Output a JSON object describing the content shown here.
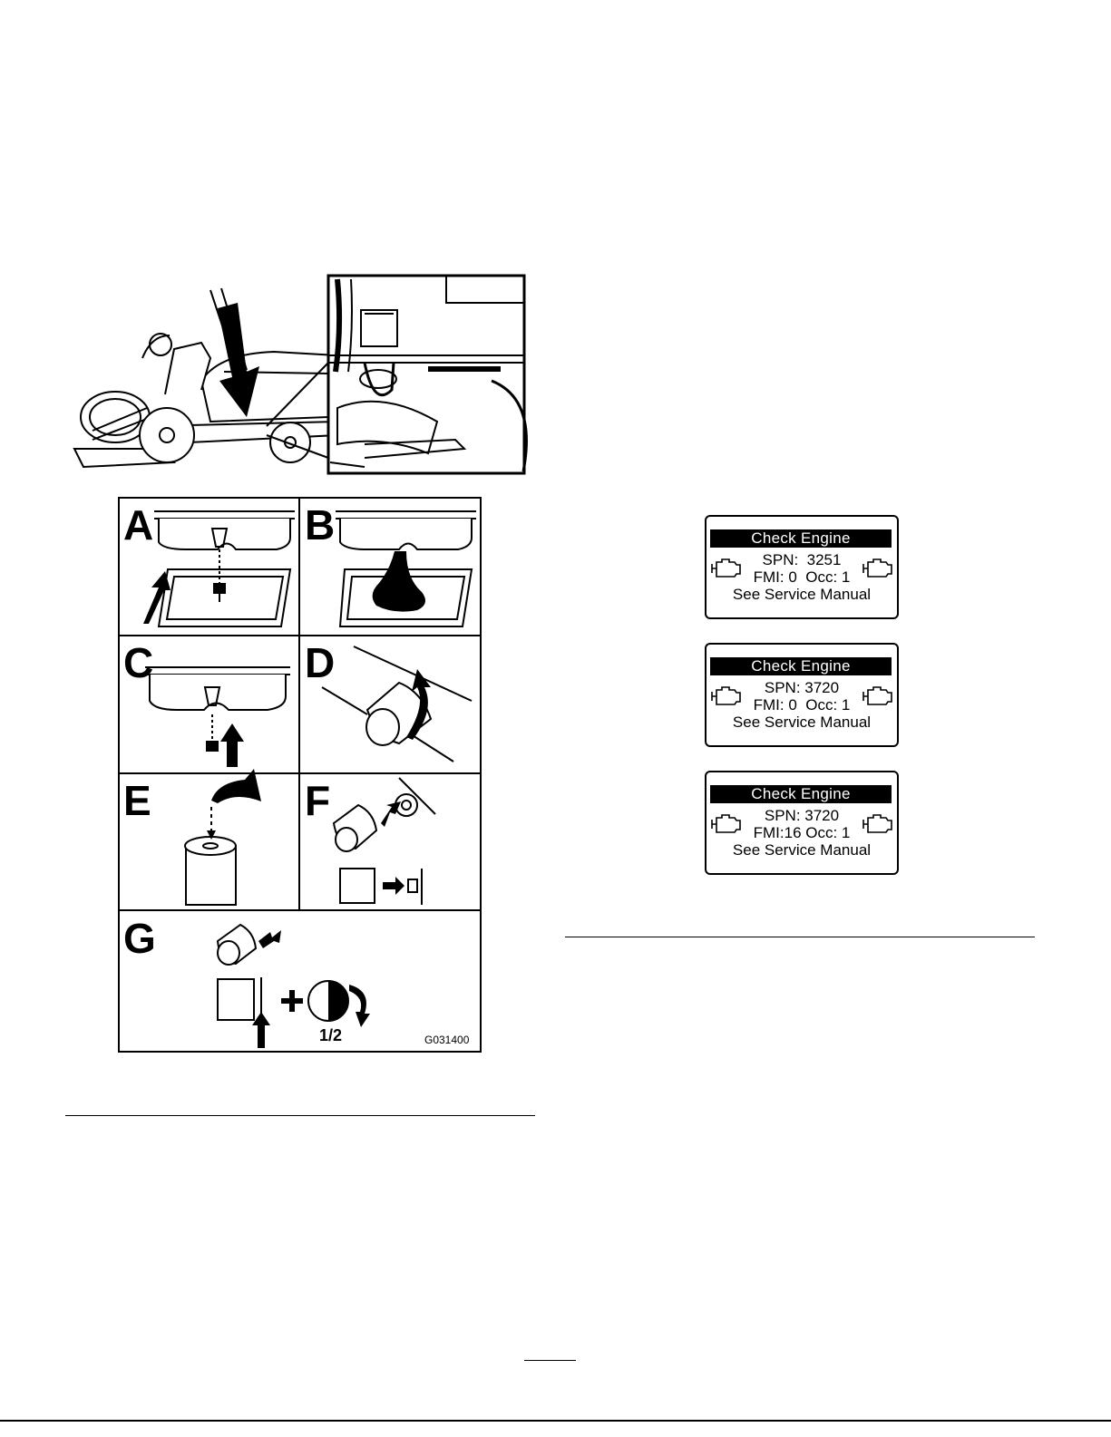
{
  "figure_procedure": {
    "panels": [
      {
        "letter": "A"
      },
      {
        "letter": "B"
      },
      {
        "letter": "C"
      },
      {
        "letter": "D"
      },
      {
        "letter": "E"
      },
      {
        "letter": "F"
      },
      {
        "letter": "G"
      }
    ],
    "half_turn_label": "1/2",
    "figure_code": "G031400"
  },
  "displays": [
    {
      "title": "Check Engine",
      "spn": "SPN:  3251",
      "fmi_occ": "FMI: 0  Occ: 1",
      "footer": "See Service Manual"
    },
    {
      "title": "Check Engine",
      "spn": "SPN: 3720",
      "fmi_occ": "FMI: 0  Occ: 1",
      "footer": "See Service Manual"
    },
    {
      "title": "Check Engine",
      "spn": "SPN: 3720",
      "fmi_occ": "FMI:16 Occ: 1",
      "footer": "See Service Manual"
    }
  ],
  "icons": {
    "engine": "check-engine-icon",
    "arrow": "arrow-icon",
    "drain_pan": "drain-pan-icon",
    "oil_filter": "oil-filter-icon",
    "oil_can": "oil-can-icon",
    "drain_plug": "drain-plug-icon"
  }
}
